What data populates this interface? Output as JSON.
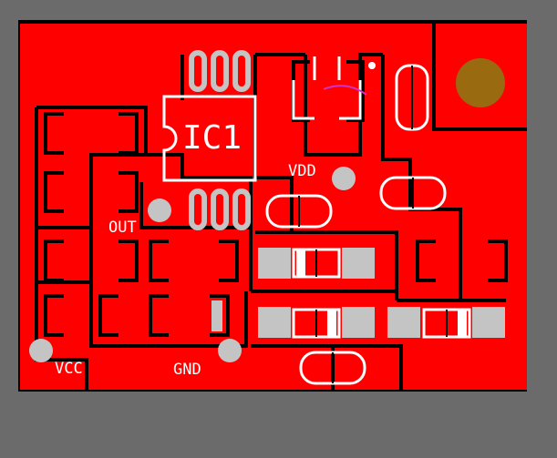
{
  "board": {
    "designator": "IC1",
    "net_labels": {
      "vdd": "VDD",
      "out": "OUT",
      "vcc": "VCC",
      "gnd": "GND"
    }
  },
  "colors": {
    "background": "#6b6b6b",
    "copper": "#ff0000",
    "trace_gap": "#000000",
    "silkscreen": "#ffffff",
    "pad": "#c4c4c4",
    "mounting_hole": "#9a6a10"
  }
}
